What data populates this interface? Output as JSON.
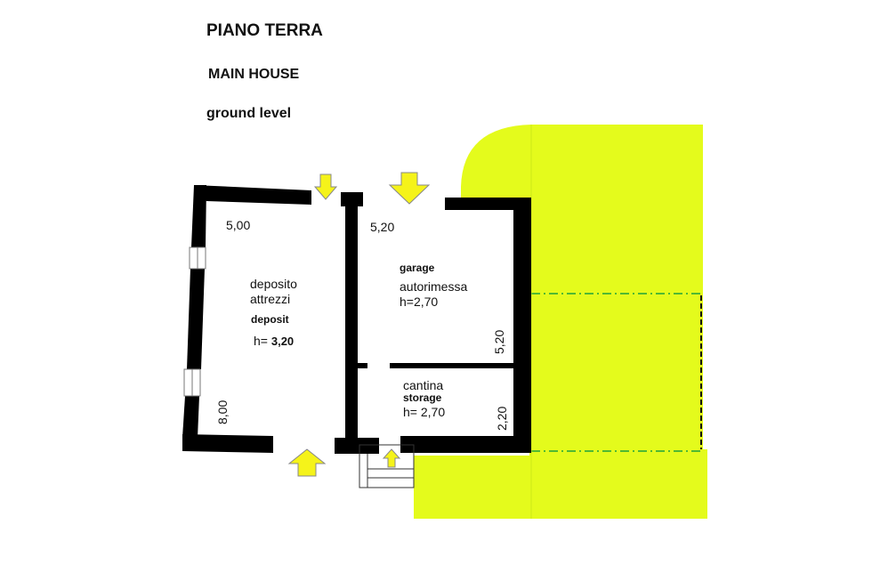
{
  "titles": {
    "line1": "PIANO TERRA",
    "line2": "MAIN HOUSE",
    "line3": "ground level"
  },
  "rooms": {
    "deposit": {
      "width_dim": "5,00",
      "length_dim": "8,00",
      "name_it_1": "deposito",
      "name_it_2": "attrezzi",
      "name_en": "deposit",
      "height_prefix": "h=",
      "height_value": "3,20"
    },
    "garage": {
      "width_dim": "5,20",
      "name_en": "garage",
      "name_it": "autorimessa",
      "height": "h=2,70",
      "length_dim": "5,20"
    },
    "storage": {
      "name_it": "cantina",
      "name_en": "storage",
      "height": "h= 2,70",
      "length_dim": "2,20"
    }
  },
  "colors": {
    "garden": "#e4fb1c",
    "wall": "#000000",
    "arrow": "#f5f31a",
    "boundary": "#1fa33a"
  }
}
